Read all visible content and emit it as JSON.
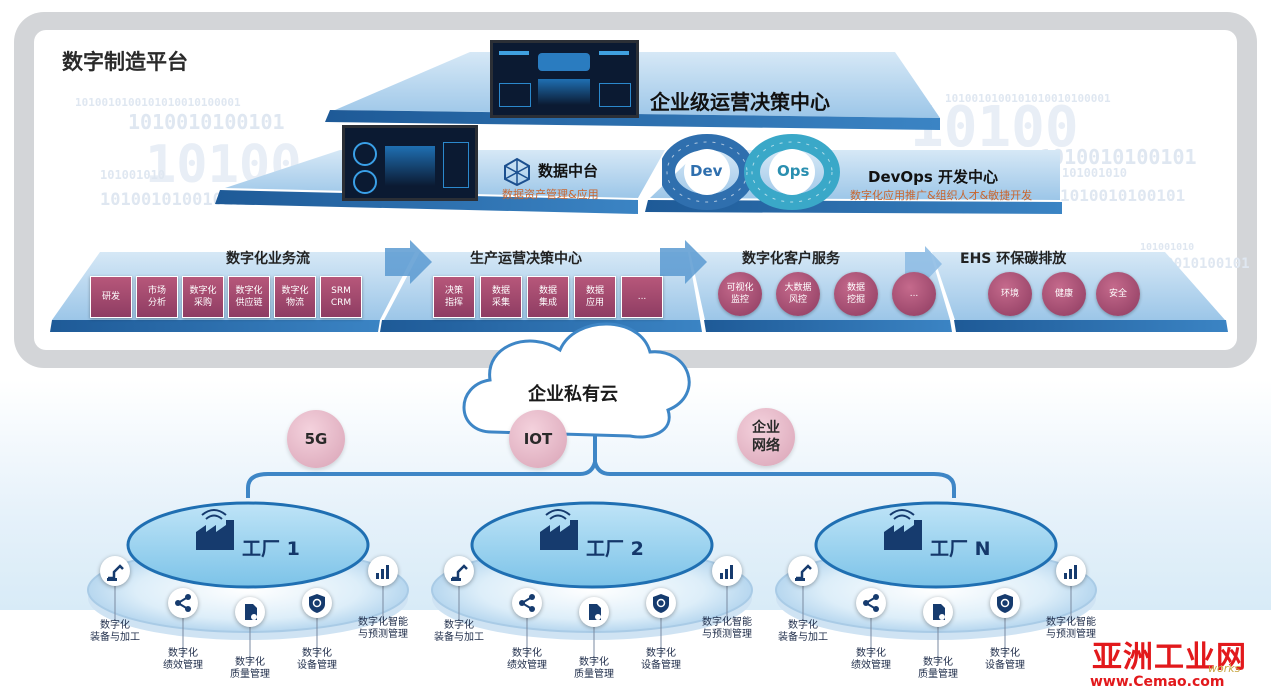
{
  "panel_title": "数字制造平台",
  "top_center": {
    "title": "企业级运营决策中心"
  },
  "data_center": {
    "title": "数据中台",
    "subtitle": "数据资产管理&应用"
  },
  "devops": {
    "title": "DevOps 开发中心",
    "subtitle": "数字化应用推广&组织人才&敏捷开发",
    "dev": "Dev",
    "ops": "Ops"
  },
  "binary": {
    "a": "1010010100101010010100001",
    "b": "1010010100101",
    "c": "10100",
    "d": "101001010",
    "e": "1010010100101010"
  },
  "sections": [
    {
      "title": "数字化业务流",
      "items": [
        "研发",
        "市场\n分析",
        "数字化\n采购",
        "数字化\n供应链",
        "数字化\n物流",
        "SRM\nCRM"
      ]
    },
    {
      "title": "生产运营决策中心",
      "items": [
        "决策\n指挥",
        "数据\n采集",
        "数据\n集成",
        "数据\n应用",
        "..."
      ]
    },
    {
      "title": "数字化客户服务",
      "items": [
        "可视化\n监控",
        "大数据\n风控",
        "数据\n挖掘",
        "..."
      ]
    },
    {
      "title": "EHS 环保碳排放",
      "items": [
        "环境",
        "健康",
        "安全"
      ]
    }
  ],
  "cloud": {
    "label": "企业私有云"
  },
  "connections": [
    "5G",
    "IOT",
    "企业\n网络"
  ],
  "factories": [
    {
      "name": "工厂 1"
    },
    {
      "name": "工厂 2"
    },
    {
      "name": "工厂 N"
    }
  ],
  "factory_labels": [
    "数字化\n装备与加工",
    "数字化\n绩效管理",
    "数字化\n质量管理",
    "数字化\n设备管理",
    "数字化智能\n与预测管理"
  ],
  "watermark": {
    "cn": "亚洲工业网",
    "url": "www.Cemao.com",
    "works": "works"
  },
  "colors": {
    "accent": "#1b4f8f",
    "tile": "#9c4570",
    "slab": "#2e6ea8",
    "cloud_line": "#3e86c6"
  }
}
